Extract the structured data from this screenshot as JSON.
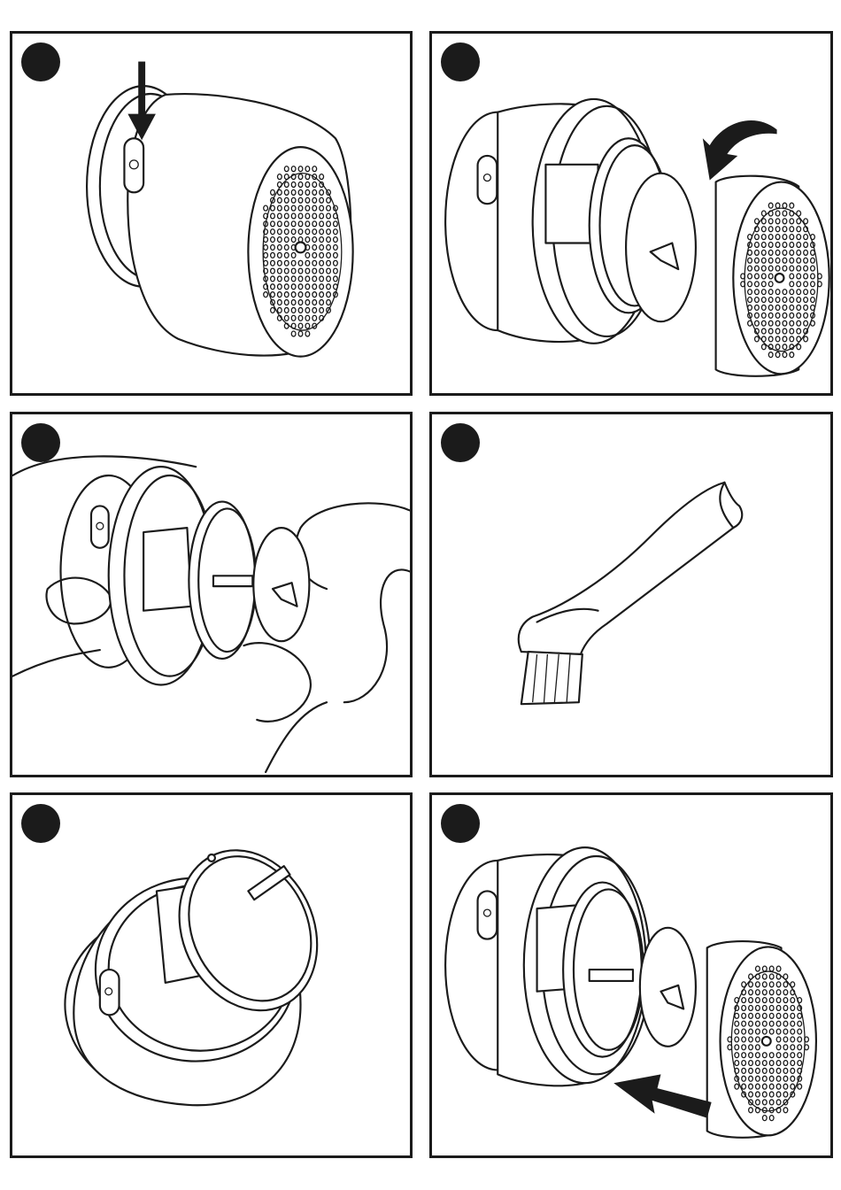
{
  "document": {
    "type": "instruction-steps",
    "steps": [
      {
        "icon": "power-button-press-illustration"
      },
      {
        "icon": "unscrew-cover-illustration"
      },
      {
        "icon": "remove-blade-illustration"
      },
      {
        "icon": "cleaning-brush-illustration"
      },
      {
        "icon": "blade-housing-illustration"
      },
      {
        "icon": "reassemble-illustration"
      }
    ]
  },
  "colors": {
    "ink": "#1b1b1b",
    "paper": "#ffffff"
  }
}
